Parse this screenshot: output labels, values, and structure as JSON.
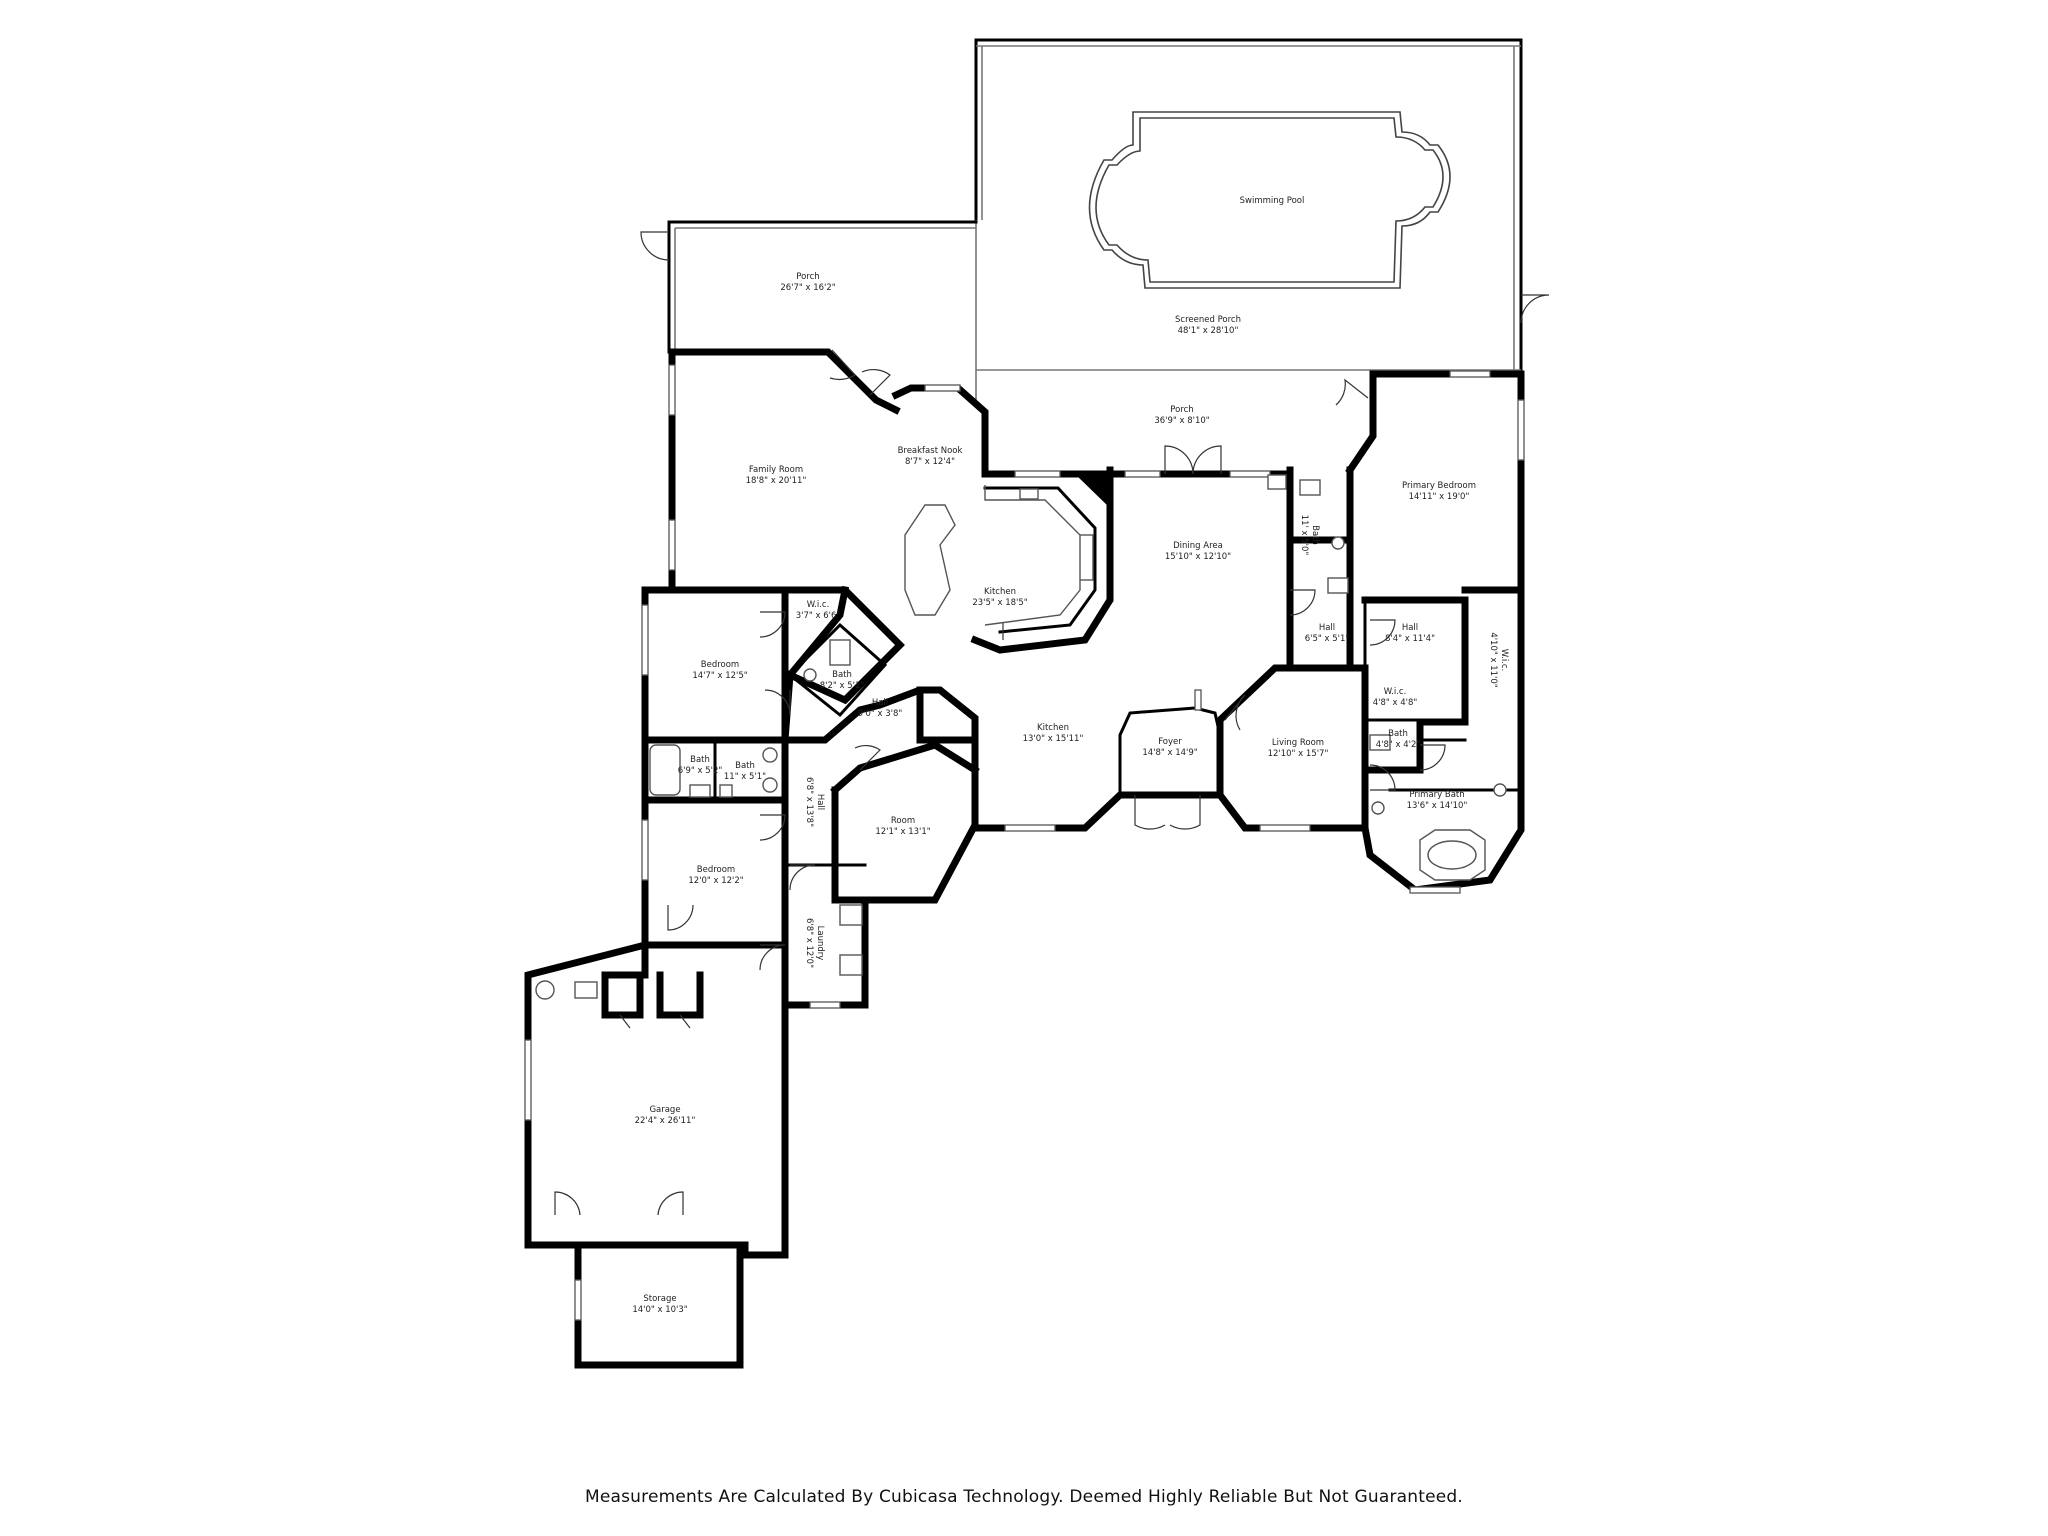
{
  "footer": "Measurements Are Calculated By Cubicasa Technology. Deemed Highly Reliable But Not Guaranteed.",
  "colors": {
    "wall": "#000000",
    "background": "#ffffff",
    "text": "#222222"
  },
  "rooms": {
    "swimming_pool": {
      "name": "Swimming Pool",
      "dims": ""
    },
    "screened_porch": {
      "name": "Screened Porch",
      "dims": "48'1\" x 28'10\""
    },
    "porch_west": {
      "name": "Porch",
      "dims": "26'7\" x 16'2\""
    },
    "porch_center": {
      "name": "Porch",
      "dims": "36'9\" x 8'10\""
    },
    "family_room": {
      "name": "Family Room",
      "dims": "18'8\" x 20'11\""
    },
    "breakfast_nook": {
      "name": "Breakfast Nook",
      "dims": "8'7\" x 12'4\""
    },
    "kitchen_main": {
      "name": "Kitchen",
      "dims": "23'5\" x 18'5\""
    },
    "dining_area": {
      "name": "Dining Area",
      "dims": "15'10\" x 12'10\""
    },
    "primary_bedroom": {
      "name": "Primary Bedroom",
      "dims": "14'11\" x 19'0\""
    },
    "bath_upper": {
      "name": "Bath",
      "dims": "11' x 5'0\""
    },
    "hall_center": {
      "name": "Hall",
      "dims": "6'5\" x 5'1\""
    },
    "hall_east": {
      "name": "Hall",
      "dims": "8'4\" x 11'4\""
    },
    "wic_east": {
      "name": "W.i.c.",
      "dims": "4'10\" x 11'0\""
    },
    "wic_small": {
      "name": "W.i.c.",
      "dims": "4'8\" x 4'8\""
    },
    "bath_small_east": {
      "name": "Bath",
      "dims": "4'8\" x 4'2\""
    },
    "primary_bath": {
      "name": "Primary Bath",
      "dims": "13'6\" x 14'10\""
    },
    "living_room": {
      "name": "Living Room",
      "dims": "12'10\" x 15'7\""
    },
    "foyer": {
      "name": "Foyer",
      "dims": "14'8\" x 14'9\""
    },
    "kitchen_second": {
      "name": "Kitchen",
      "dims": "13'0\" x 15'11\""
    },
    "hall_west": {
      "name": "Hall",
      "dims": "9'0\" x 3'8\""
    },
    "wic_west": {
      "name": "W.i.c.",
      "dims": "3'7\" x 6'6\""
    },
    "bath_diag": {
      "name": "Bath",
      "dims": "8'2\" x 5'1\""
    },
    "bedroom_1": {
      "name": "Bedroom",
      "dims": "14'7\" x 12'5\""
    },
    "bath_a": {
      "name": "Bath",
      "dims": "6'9\" x 5'2\""
    },
    "bath_b": {
      "name": "Bath",
      "dims": "11\" x 5'1\""
    },
    "hall_vertical": {
      "name": "Hall",
      "dims": "6'8\" x 13'8\""
    },
    "room": {
      "name": "Room",
      "dims": "12'1\" x 13'1\""
    },
    "bedroom_2": {
      "name": "Bedroom",
      "dims": "12'0\" x 12'2\""
    },
    "laundry": {
      "name": "Laundry",
      "dims": "6'8\" x 12'0\""
    },
    "garage": {
      "name": "Garage",
      "dims": "22'4\" x 26'11\""
    },
    "storage": {
      "name": "Storage",
      "dims": "14'0\" x 10'3\""
    }
  }
}
